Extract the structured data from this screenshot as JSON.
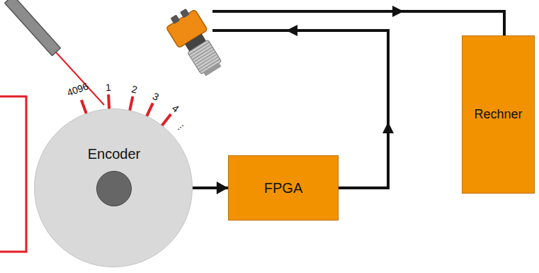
{
  "diagram": {
    "nodes": [
      {
        "text": [
          "Encoder"
        ]
      },
      {
        "text": [
          "FPGA"
        ]
      },
      {
        "text": [
          "Rechner"
        ]
      }
    ],
    "edges": [
      {
        "from": 0,
        "to": 1,
        "arrow": "to"
      }
    ],
    "labels": [
      "4096",
      "1",
      "2",
      "3",
      "4",
      "..."
    ]
  }
}
